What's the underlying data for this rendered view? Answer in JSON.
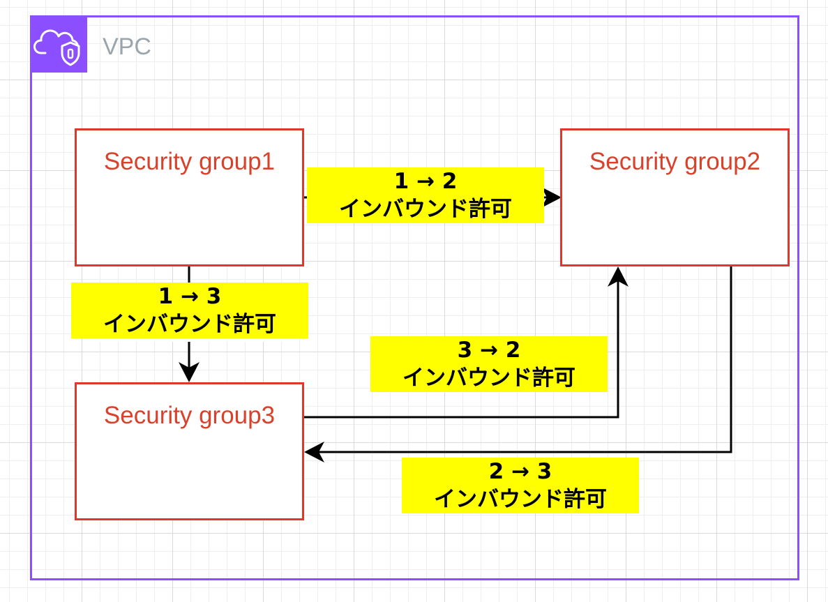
{
  "vpc": {
    "label": "VPC",
    "icon": "vpc-shield-cloud-icon",
    "color": "#8c4fff"
  },
  "groups": [
    {
      "id": "sg1",
      "title": "Security group1"
    },
    {
      "id": "sg2",
      "title": "Security group2"
    },
    {
      "id": "sg3",
      "title": "Security group3"
    }
  ],
  "flows": [
    {
      "route": "1 → 2",
      "text": "インバウンド許可"
    },
    {
      "route": "1 → 3",
      "text": "インバウンド許可"
    },
    {
      "route": "3 → 2",
      "text": "インバウンド許可"
    },
    {
      "route": "2 → 3",
      "text": "インバウンド許可"
    }
  ],
  "colors": {
    "group_border": "#e0372b",
    "group_text": "#d9412b",
    "highlight": "#ffff00"
  }
}
